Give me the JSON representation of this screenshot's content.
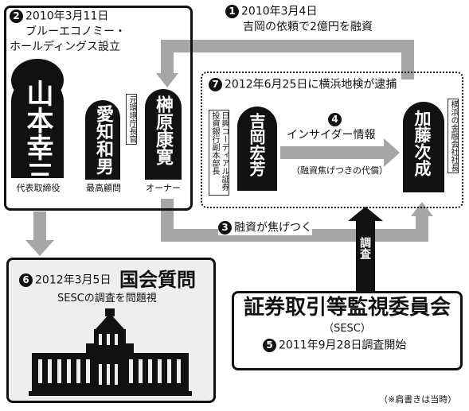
{
  "colors": {
    "arrow": "#a6a6a6",
    "dark": "#111111",
    "panel": "#eeeeee"
  },
  "step1": {
    "num": "1",
    "line1": "2010年3月4日",
    "line2": "吉岡の依頼で2億円を融資"
  },
  "step2": {
    "num": "2",
    "line1": "2010年3月11日",
    "line2": "ブルーエコノミー・",
    "line3": "ホールディングス設立"
  },
  "step3": {
    "num": "3",
    "text": "融資が焦げつく"
  },
  "step4": {
    "num": "4",
    "text": "インサイダー情報",
    "note": "（融資焦げつきの代償）"
  },
  "step5": {
    "num": "5",
    "text": "2011年9月28日調査開始"
  },
  "step6": {
    "num": "6",
    "date": "2012年3月5日",
    "title": "国会質問",
    "sub": "SESCの調査を問題視"
  },
  "step7": {
    "num": "7",
    "text": "2012年6月25日に横浜地検が逮捕"
  },
  "people": {
    "yamamoto": {
      "name": "山本幸三",
      "role": "代表取締役"
    },
    "aichi": {
      "name": "愛知和男",
      "role": "最高顧問",
      "tag": "元環境庁長官"
    },
    "sakakibara": {
      "name": "榊原康寛",
      "role": "オーナー"
    },
    "yoshioka": {
      "name": "吉岡宏芳",
      "tag": "日興コーディアル証券投資銀行副本部長"
    },
    "kato": {
      "name": "加藤次成",
      "tag": "横浜の金融会社社長"
    }
  },
  "sesc": {
    "title": "証券取引等監視委員会",
    "abbr": "（SESC）",
    "investigate": "調査"
  },
  "footnote": "（※肩書きは当時）"
}
